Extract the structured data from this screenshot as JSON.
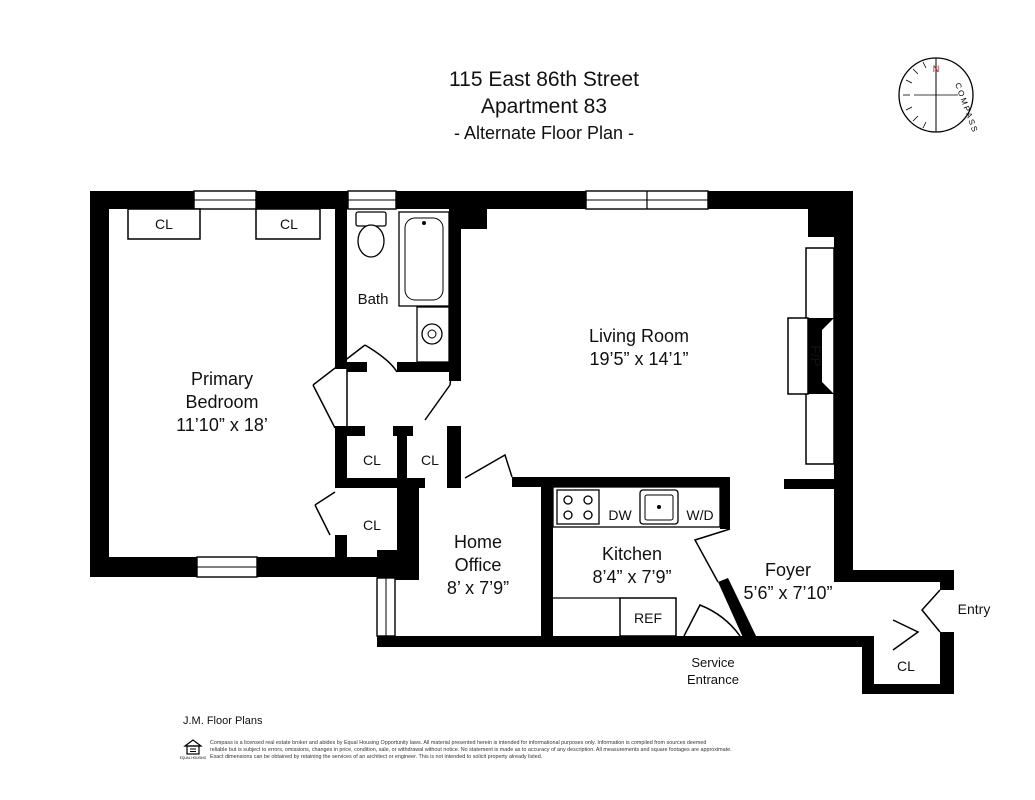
{
  "header": {
    "address": "115 East 86th Street",
    "apartment": "Apartment 83",
    "subtitle": "- Alternate Floor Plan -"
  },
  "compass": {
    "north_label": "N",
    "ring_text": "COMPASS"
  },
  "rooms": {
    "primary_bedroom": {
      "name_line1": "Primary",
      "name_line2": "Bedroom",
      "dims": "11’10” x 18’"
    },
    "bath": {
      "name": "Bath"
    },
    "living_room": {
      "name": "Living Room",
      "dims": "19’5” x 14’1”"
    },
    "home_office": {
      "name_line1": "Home",
      "name_line2": "Office",
      "dims": "8’ x 7’9”"
    },
    "kitchen": {
      "name": "Kitchen",
      "dims": "8’4” x 7’9”"
    },
    "foyer": {
      "name": "Foyer",
      "dims": "5’6” x 7’10”"
    }
  },
  "fixtures": {
    "closet_label": "CL",
    "fireplace": "F/P",
    "dishwasher": "DW",
    "washer_dryer": "W/D",
    "refrigerator": "REF"
  },
  "entrances": {
    "entry": "Entry",
    "service_line1": "Service",
    "service_line2": "Entrance"
  },
  "footer": {
    "credit": "J.M. Floor Plans",
    "disclaimer_line1": "Compass is a licensed real estate broker and abides by Equal Housing Opportunity laws. All material presented herein is intended for informational purposes only. Information is compiled from sources deemed",
    "disclaimer_line2": "reliable but is subject to errors, omissions, changes in price, condition, sale, or withdrawal without notice. No statement is made as to accuracy of any description. All measurements and square footages are approximate.",
    "disclaimer_line3": "Exact dimensions can be obtained by retaining the services of an architect or engineer. This is not intended to solicit property already listed.",
    "equal_housing_label": "EQUAL HOUSING"
  }
}
